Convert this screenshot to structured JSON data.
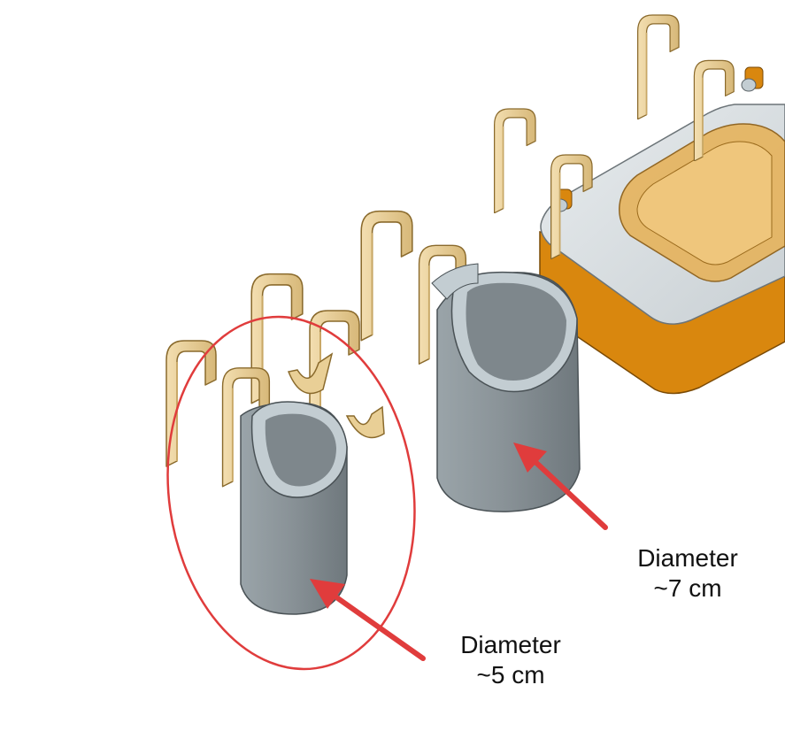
{
  "annotations": {
    "large_cup": {
      "line1": "Diameter",
      "line2": "~7 cm"
    },
    "small_cup": {
      "line1": "Diameter",
      "line2": "~5 cm"
    }
  },
  "colors": {
    "background": "#ffffff",
    "hook_gold": "#e9cf96",
    "hook_shadow": "#c9a866",
    "cup_gray": "#8a9398",
    "cup_light": "#c3cdd2",
    "tray_top": "#d9dee1",
    "tray_side_orange": "#d9870e",
    "tray_basin": "#e6b35c",
    "highlight_red": "#e03c3c",
    "arrow_red": "#e03c3c",
    "label_text": "#111111"
  }
}
